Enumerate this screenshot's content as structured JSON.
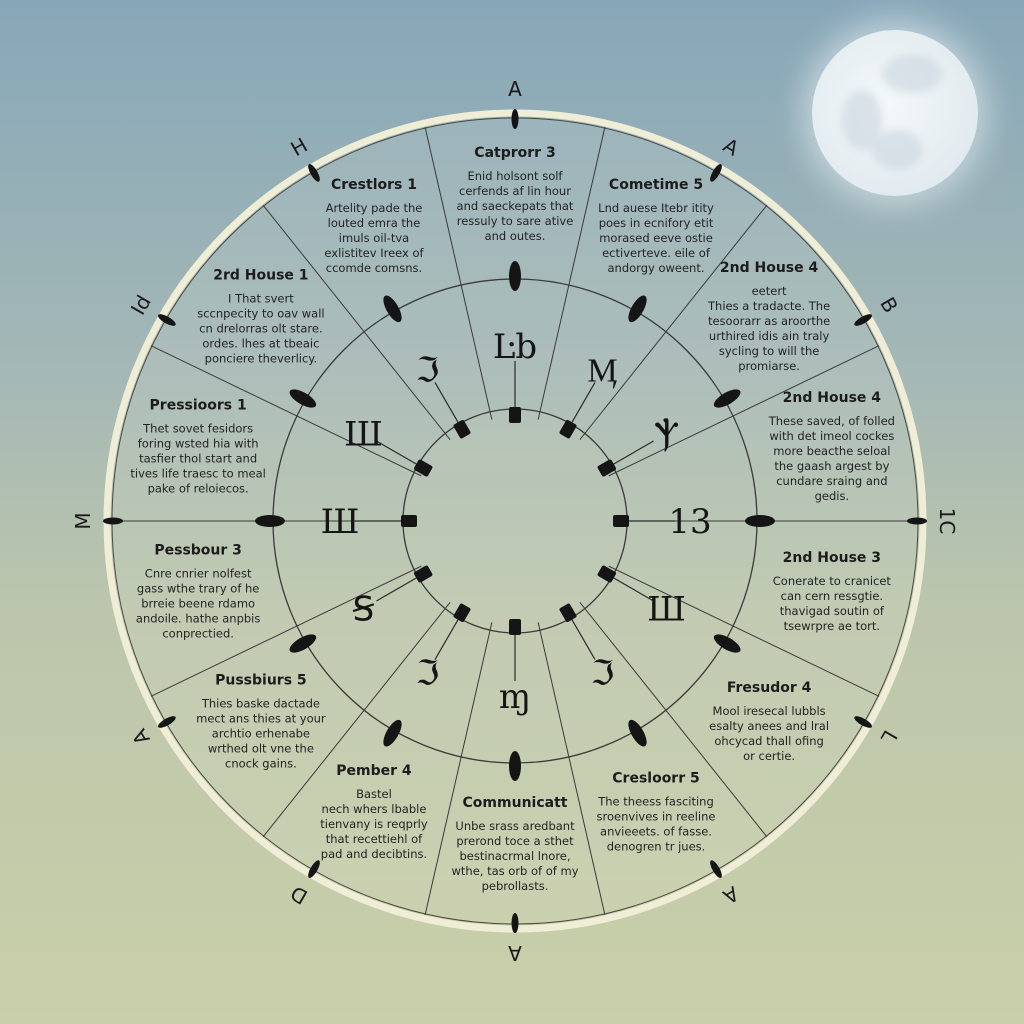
{
  "colors": {
    "sky_top": "#87a7b8",
    "sky_bottom": "#c9cfa8",
    "rim": "#efedd6",
    "line": "#3a3a3a",
    "ink": "#151515",
    "moon": "#eef3f6"
  },
  "outer_letters": [
    {
      "label": "A",
      "angle": 0
    },
    {
      "label": "A",
      "angle": 30
    },
    {
      "label": "B",
      "angle": 60
    },
    {
      "label": "1C",
      "angle": 90
    },
    {
      "label": "L",
      "angle": 120
    },
    {
      "label": "A",
      "angle": 150
    },
    {
      "label": "A",
      "angle": 180
    },
    {
      "label": "D",
      "angle": 210
    },
    {
      "label": "A",
      "angle": 240
    },
    {
      "label": "M",
      "angle": 270
    },
    {
      "label": "Id",
      "angle": 300
    },
    {
      "label": "H",
      "angle": 330
    }
  ],
  "sections": [
    {
      "title": "Catprorr 3",
      "lines": [
        "Enid holsont solf",
        "cerfends af lin hour",
        "and saeckepats that",
        "ressuly to sare ative",
        "and outes."
      ]
    },
    {
      "title": "Cometime 5",
      "lines": [
        "Lnd auese Itebr itity",
        "poes in ecnifory etit",
        "morased eeve ostie",
        "ectiverteve. eile of",
        "andorgy oweent."
      ]
    },
    {
      "title": "2nd House 4",
      "lines": [
        "eetert",
        "Thies a tradacte. The",
        "tesoorarr as aroorthe",
        "urthired idis ain traly",
        "sycling to will the",
        "promiarse."
      ]
    },
    {
      "title": "2nd House 4",
      "lines": [
        "These saved, of folled",
        "with det imeol cockes",
        "more beacthe seloal",
        "the gaash argest by",
        "cundare sraing and",
        "gedis."
      ]
    },
    {
      "title": "2nd House 3",
      "lines": [
        "Conerate to cranicet",
        "can cern ressgtie.",
        "thavigad soutin of",
        "tsewrpre ae tort."
      ]
    },
    {
      "title": "Fresudor 4",
      "lines": [
        "Mool iresecal lubbls",
        "esalty anees and lral",
        "ohcycad thall ofing",
        "or certie."
      ]
    },
    {
      "title": "Cresloorr 5",
      "lines": [
        "The theess fasciting",
        "sroenvives in reeline",
        "anvieeets. of fasse.",
        "denogren tr jues."
      ]
    },
    {
      "title": "Communicatt",
      "lines": [
        "Unbe srass aredbant",
        "prerond toce a sthet",
        "bestinacrmal lnore,",
        "wthe, tas orb of of my",
        "pebrollasts."
      ]
    },
    {
      "title": "Pember 4",
      "lines": [
        "Bastel",
        "nech whers lbable",
        "tienvany is reqprly",
        "that recettiehl of",
        "pad and decibtins."
      ]
    },
    {
      "title": "Pussbiurs 5",
      "lines": [
        "Thies baske dactade",
        "mect ans thies at your",
        "archtio erhenabe",
        "wrthed olt vne the",
        "cnock gains."
      ]
    },
    {
      "title": "Pessbour 3",
      "lines": [
        "Cnre cnrier nolfest",
        "gass wthe trary of he",
        "brreie beene rdamo",
        "andoile. hathe anpbis",
        "conprectied."
      ]
    },
    {
      "title": "Pressioors 1",
      "lines": [
        "Thet sovet fesidors",
        "foring wsted hia with",
        "tasfier thol start and",
        "tives life traesc to meal",
        "pake of reloiecos."
      ]
    },
    {
      "title": "2rd House 1",
      "lines": [
        "I That svert",
        "sccnpecity to oav wall",
        "cn drelorras olt stare.",
        "ordes. lhes at tbeaic",
        "ponciere theverlicy."
      ]
    },
    {
      "title": "Crestlors 1",
      "lines": [
        "Artelity pade the",
        "louted emra the",
        "imuls oil-tva",
        "exlistitev Ireex of",
        "ccomde comsns."
      ]
    }
  ],
  "glyphs": [
    {
      "label": "Ŀb",
      "angle": 0
    },
    {
      "label": "Ӎ",
      "angle": 30
    },
    {
      "label": "Ⲯ",
      "angle": 60
    },
    {
      "label": "13",
      "angle": 90
    },
    {
      "label": "Ш",
      "angle": 120
    },
    {
      "label": "ℑ",
      "angle": 150
    },
    {
      "label": "ɱ",
      "angle": 180
    },
    {
      "label": "ℑ",
      "angle": 210
    },
    {
      "label": "Ꞩ",
      "angle": 240
    },
    {
      "label": "Ш",
      "angle": 270
    },
    {
      "label": "Ш",
      "angle": 300
    },
    {
      "label": "ℑ",
      "angle": 330
    }
  ]
}
